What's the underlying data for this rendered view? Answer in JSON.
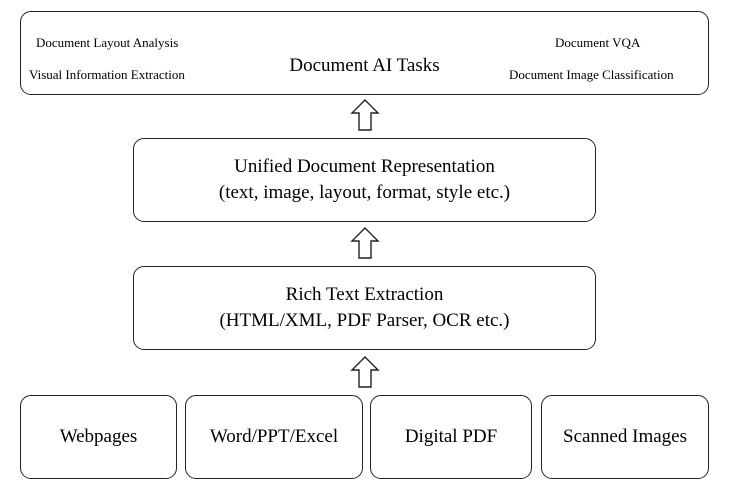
{
  "tasks": {
    "title": "Document AI Tasks",
    "layout_analysis": "Document Layout Analysis",
    "info_extraction": "Visual Information Extraction",
    "vqa": "Document VQA",
    "image_classification": "Document Image Classification"
  },
  "unified": {
    "line1": "Unified Document Representation",
    "line2": "(text, image, layout, format, style etc.)"
  },
  "rich_text": {
    "line1": "Rich Text Extraction",
    "line2": "(HTML/XML, PDF Parser, OCR etc.)"
  },
  "sources": {
    "webpages": "Webpages",
    "office": "Word/PPT/Excel",
    "digital_pdf": "Digital PDF",
    "scanned": "Scanned Images"
  },
  "arrows": {
    "icon": "hollow-up-arrow-icon"
  }
}
